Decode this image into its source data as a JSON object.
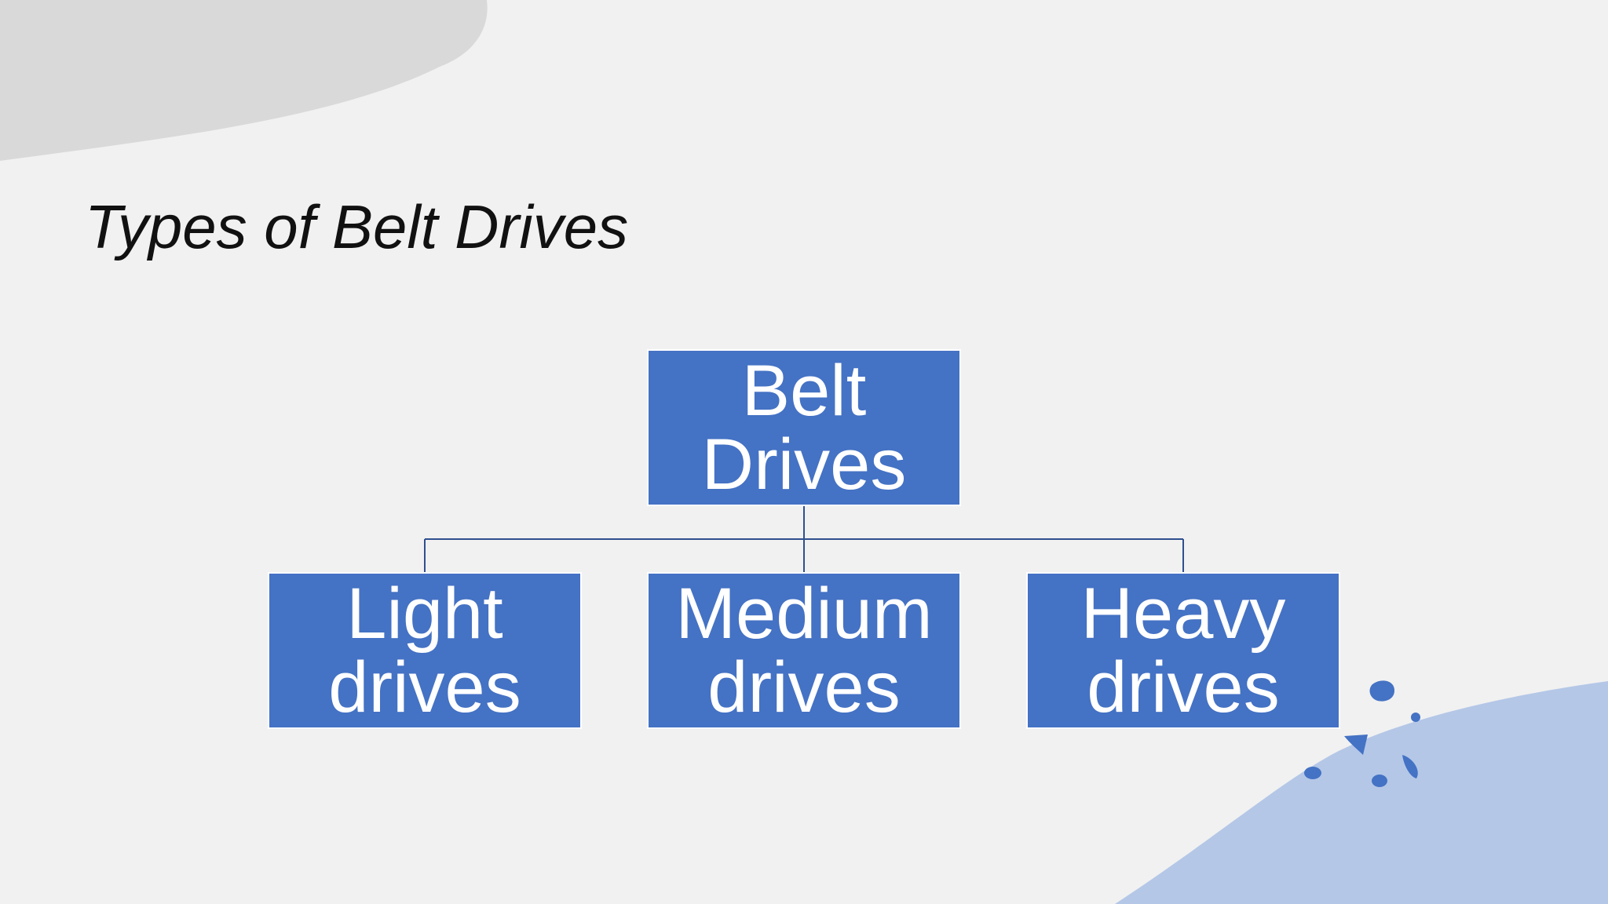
{
  "slide": {
    "title": "Types of Belt Drives"
  },
  "diagram": {
    "root": {
      "label": "Belt\nDrives"
    },
    "children": [
      {
        "label": "Light\ndrives"
      },
      {
        "label": "Medium\ndrives"
      },
      {
        "label": "Heavy\ndrives"
      }
    ]
  },
  "colors": {
    "background": "#f1f1f1",
    "node_fill": "#4472c4",
    "node_text": "#ffffff",
    "connector": "#2f4f8f",
    "top_left_shape": "#d9d9d9",
    "bottom_right_shape": "#b4c7e7",
    "splatter": "#4472c4"
  }
}
